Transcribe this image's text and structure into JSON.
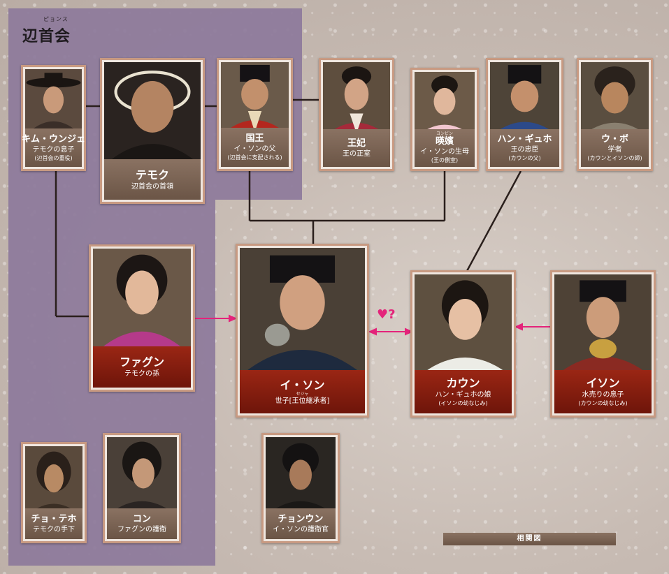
{
  "group": {
    "ruby": "ピョンス",
    "title": "辺首会"
  },
  "characters": {
    "kim": {
      "name": "キム・ウンジェ",
      "sub": "テモクの息子",
      "note": "(辺首会の重役)"
    },
    "temok": {
      "name": "テモク",
      "sub": "辺首会の首領"
    },
    "king": {
      "name": "国王",
      "sub": "イ・ソンの父",
      "note": "(辺首会に支配される)"
    },
    "queen": {
      "name": "王妃",
      "sub": "王の正室"
    },
    "consort": {
      "ruby": "ヨンビン",
      "name": "暎嬪",
      "sub": "イ・ソンの生母",
      "note": "(王の側室)"
    },
    "han": {
      "name": "ハン・ギュホ",
      "sub": "王の忠臣",
      "note": "(カウンの父)"
    },
    "ubo": {
      "name": "ウ・ボ",
      "sub": "学者",
      "note": "(カウンとイソンの師)"
    },
    "fagun": {
      "name": "ファグン",
      "sub": "テモクの孫"
    },
    "ison": {
      "name": "イ・ソン",
      "ruby": "セジャ",
      "sub": "世子[王位継承者]"
    },
    "kaun": {
      "name": "カウン",
      "sub": "ハン・ギュホの娘",
      "note": "(イソンの幼なじみ)"
    },
    "isonb": {
      "name": "イソン",
      "sub": "水売りの息子",
      "note": "(カウンの幼なじみ)"
    },
    "cho": {
      "name": "チョ・テホ",
      "sub": "テモクの手下"
    },
    "kon": {
      "name": "コン",
      "sub": "ファグンの護衛"
    },
    "chon": {
      "name": "チョンウン",
      "sub": "イ・ソンの護衛官"
    }
  },
  "relation_mark": "♥?",
  "legend_label": "相関図",
  "colors": {
    "group_purple": "#8d7a9b",
    "red_plate": "#8a1d0e",
    "brown_plate": "#7a6252",
    "arrow_pink": "#e4237a",
    "border": "#c89a82"
  }
}
